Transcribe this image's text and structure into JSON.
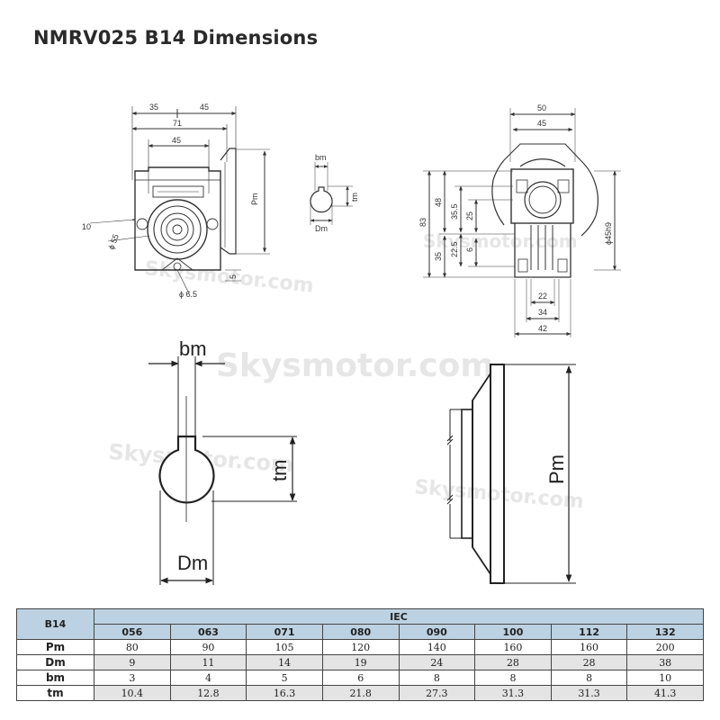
{
  "title": "NMRV025 B14 Dimensions",
  "watermark": "Skysmotor.com",
  "front_view": {
    "dims": [
      "35",
      "45",
      "71",
      "45",
      "10",
      "Pm",
      "ϕ 55",
      "5",
      "ϕ 6.5"
    ]
  },
  "key_small": {
    "labels": [
      "bm",
      "tm",
      "Dm"
    ]
  },
  "side_view": {
    "dims": [
      "50",
      "45",
      "48",
      "83",
      "35.5",
      "25",
      "22.5",
      "35",
      "6",
      "ϕ45h9",
      "22",
      "34",
      "42"
    ]
  },
  "key_large": {
    "labels": [
      "bm",
      "tm",
      "Dm"
    ]
  },
  "flange_large": {
    "labels": [
      "Pm"
    ]
  },
  "table": {
    "corner": "B14",
    "group_header": "IEC",
    "columns": [
      "056",
      "063",
      "071",
      "080",
      "090",
      "100",
      "112",
      "132"
    ],
    "rows": [
      {
        "label": "Pm",
        "values": [
          "80",
          "90",
          "105",
          "120",
          "140",
          "160",
          "160",
          "200"
        ]
      },
      {
        "label": "Dm",
        "values": [
          "9",
          "11",
          "14",
          "19",
          "24",
          "28",
          "28",
          "38"
        ]
      },
      {
        "label": "bm",
        "values": [
          "3",
          "4",
          "5",
          "6",
          "8",
          "8",
          "8",
          "10"
        ]
      },
      {
        "label": "tm",
        "values": [
          "10.4",
          "12.8",
          "16.3",
          "21.8",
          "27.3",
          "31.3",
          "31.3",
          "41.3"
        ]
      }
    ]
  },
  "colors": {
    "header": "#bcd2e3",
    "shade": "#e4e4e4",
    "line": "#333333"
  }
}
